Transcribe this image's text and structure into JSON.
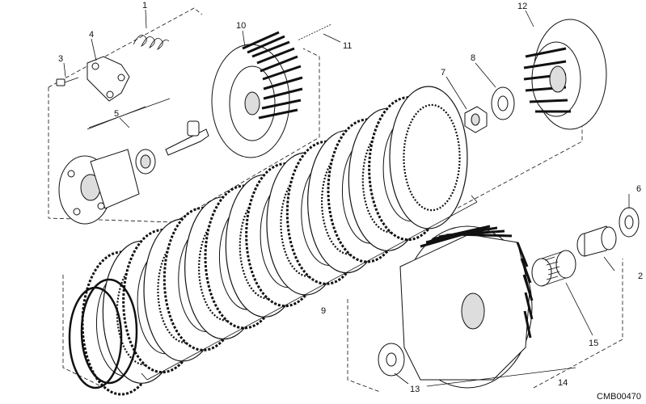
{
  "callouts": {
    "c1": "1",
    "c2": "2",
    "c3": "3",
    "c4": "4",
    "c5": "5",
    "c6": "6",
    "c7": "7",
    "c8": "8",
    "c9": "9",
    "c10": "10",
    "c11": "11",
    "c12": "12",
    "c13": "13",
    "c14": "14",
    "c15": "15"
  },
  "reference_code": "CMB00470"
}
